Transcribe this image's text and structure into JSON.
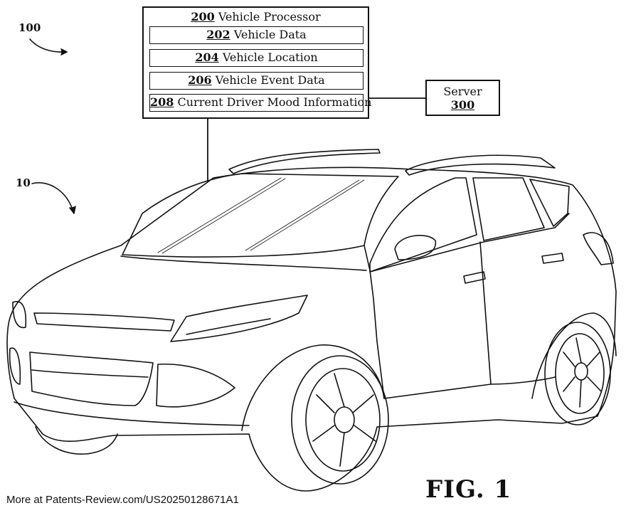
{
  "processor": {
    "title_num": "200",
    "title_text": "Vehicle Processor",
    "items": [
      {
        "num": "202",
        "text": "Vehicle Data"
      },
      {
        "num": "204",
        "text": "Vehicle Location"
      },
      {
        "num": "206",
        "text": "Vehicle Event Data"
      },
      {
        "num": "208",
        "text": "Current Driver Mood Information"
      }
    ]
  },
  "server": {
    "label": "Server",
    "num": "300"
  },
  "refs": {
    "system": "100",
    "vehicle": "10"
  },
  "figure_label": "FIG. 1",
  "footer": "More at Patents-Review.com/US20250128671A1"
}
